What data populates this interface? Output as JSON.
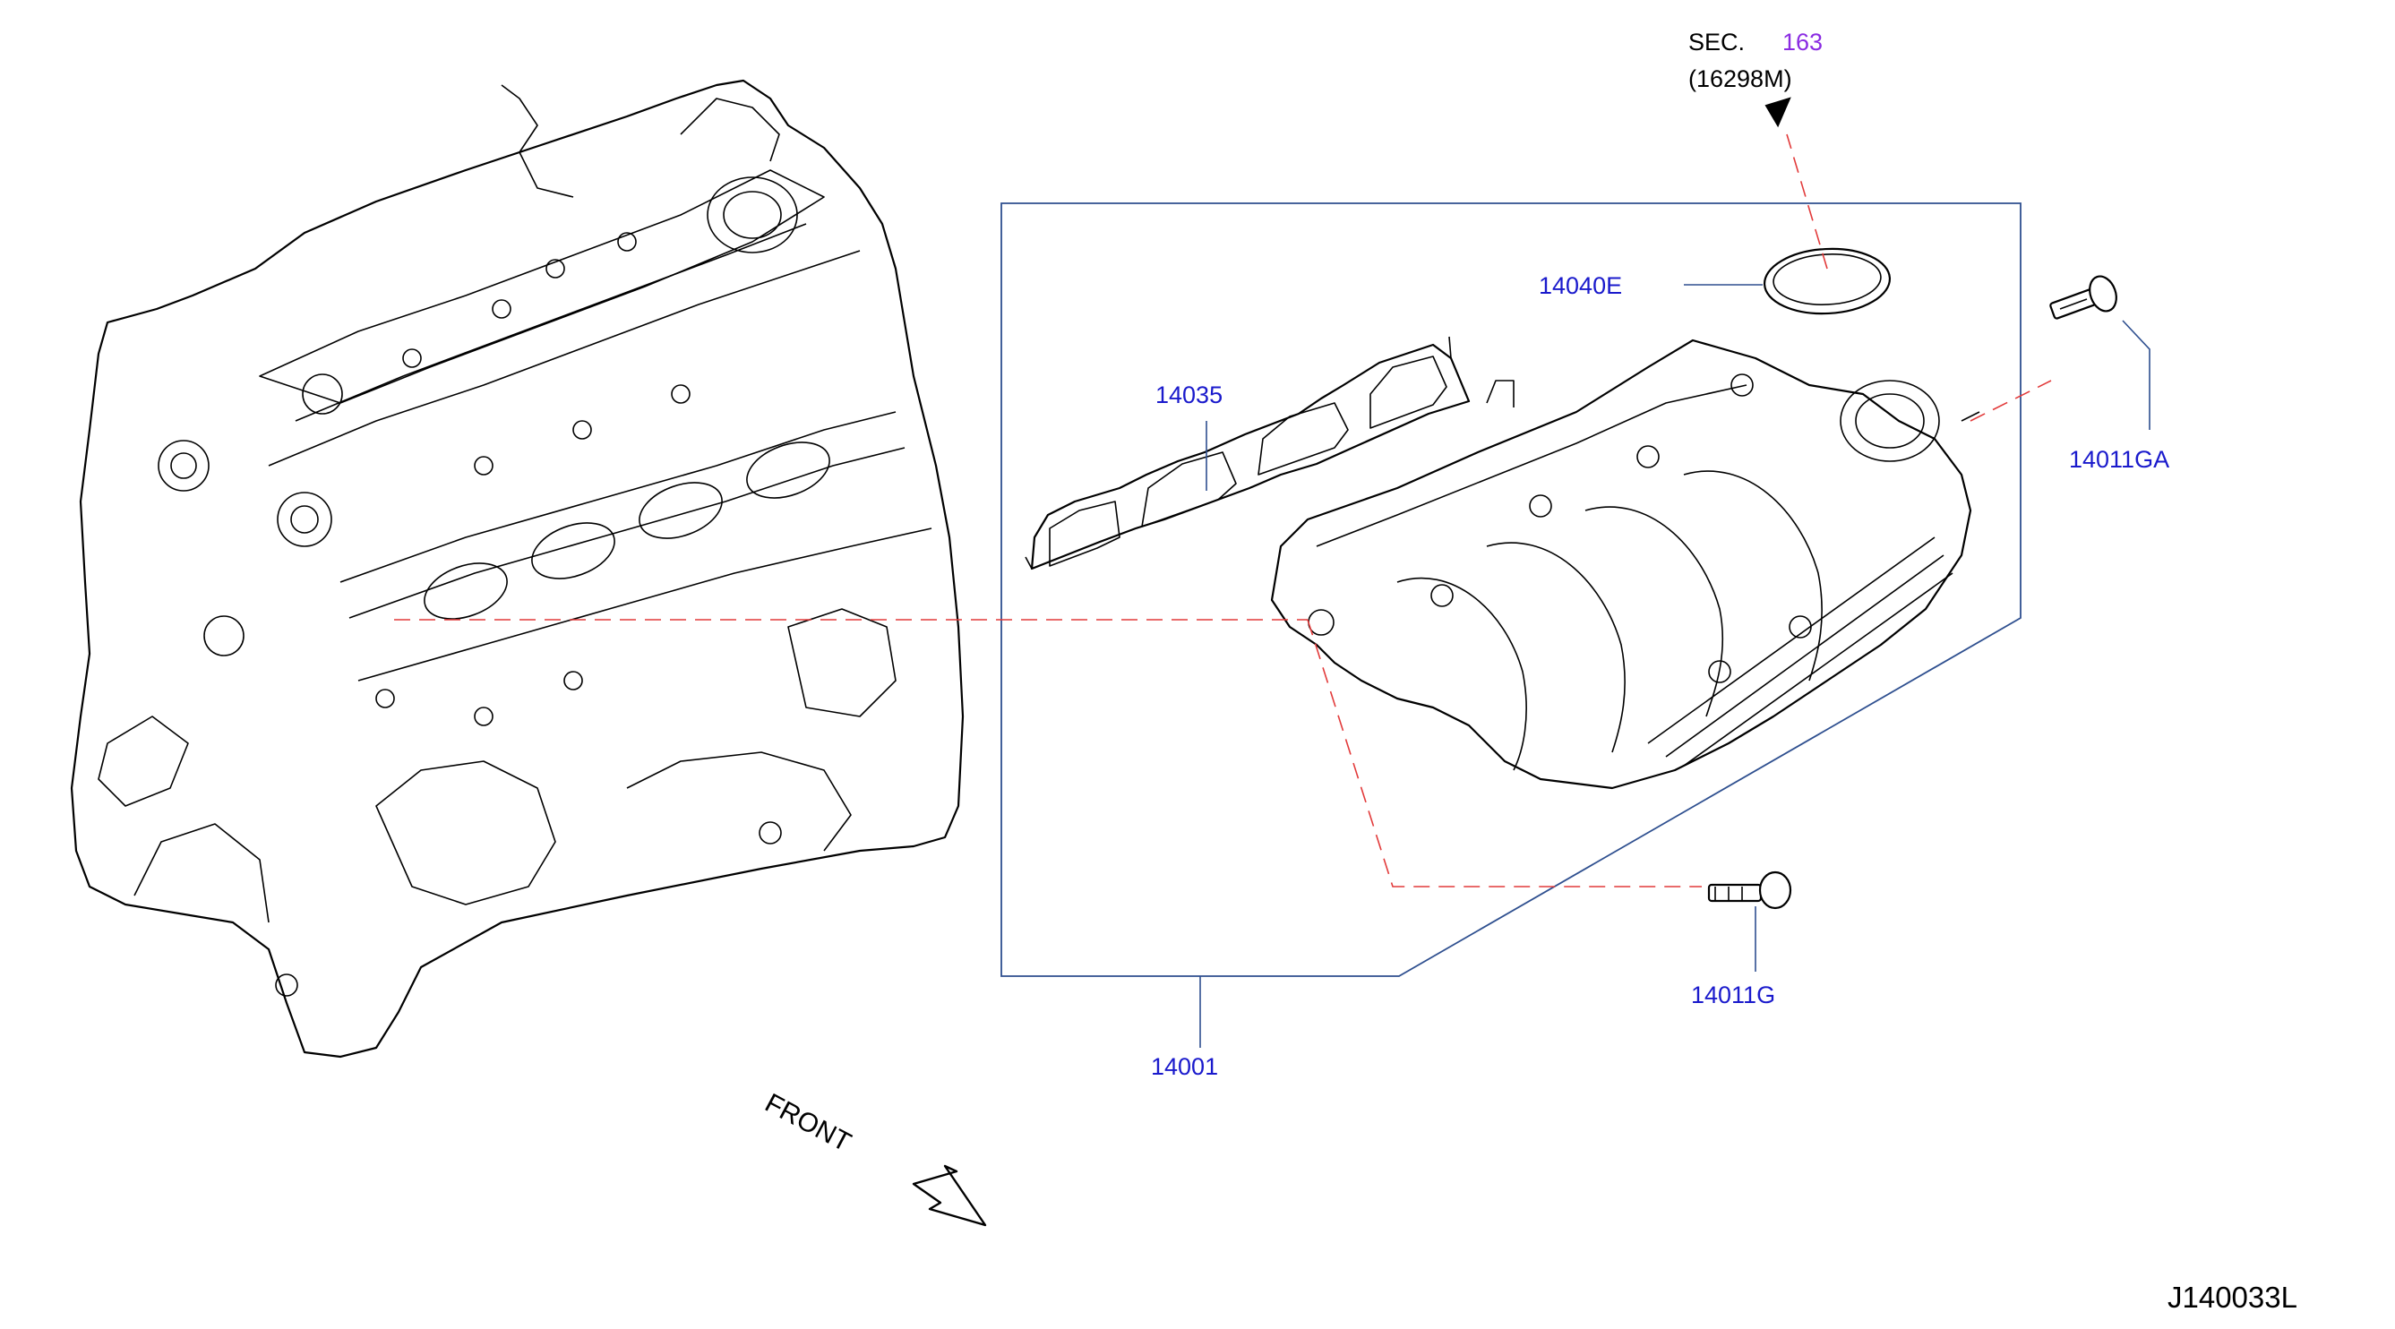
{
  "parts": {
    "sec_prefix": "SEC.",
    "sec_number": "163",
    "sec_part": "(16298M)",
    "p14040E": "14040E",
    "p14035": "14035",
    "p14011GA": "14011GA",
    "p14011G": "14011G",
    "p14001": "14001"
  },
  "front_label": "FRONT",
  "diagram_code": "J140033L",
  "colors": {
    "callout": "#1a1acc",
    "section_link": "#8a2be2",
    "dashed_line": "#e23a3a",
    "leader": "#2e4f8f"
  }
}
